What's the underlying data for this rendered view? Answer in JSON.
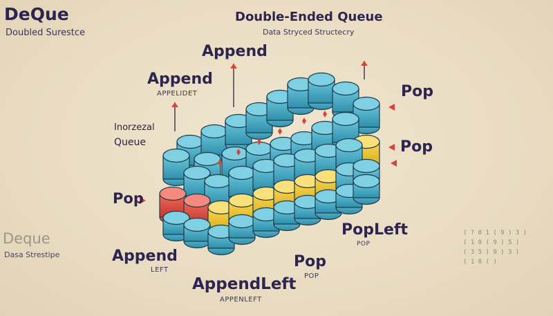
{
  "header_left": {
    "title": "DeQue",
    "subtitle": "Doubled Surestce"
  },
  "header_center": {
    "title": "Double-Ended Queue",
    "subtitle": "Data Stryced Structecry"
  },
  "labels": {
    "append_top": "Append",
    "append_mid": "Append",
    "append_mid_sub": "APPELIDET",
    "inorzeral": "Inorzezal",
    "queue": "Queue",
    "pop_left_mid": "Pop",
    "pop_right_top": "Pop",
    "pop_right_mid": "Pop",
    "popleft": "PopLeft",
    "popleft_sub": "POP",
    "append_bottom": "Append",
    "append_bottom_sub": "LEFT",
    "pop_bottom": "Pop",
    "pop_bottom_sub": "POP",
    "appendleft": "AppendLeft",
    "appendleft_sub": "APPENLEFT"
  },
  "bottom_left": {
    "title": "Deque",
    "subtitle": "Dasa Strestipe"
  },
  "side_notes": [
    "( ? 0 1 ( 9 ) 3 )",
    "( 1 0 ( 9 ) 5 )",
    "( 3 5 ) 9 ) 3 )",
    "( 1 0 ( )"
  ],
  "colors": {
    "teal": "#3ea9c4",
    "red": "#e04a3c",
    "yellow": "#f0c531",
    "text": "#2d2550",
    "arrow": "#d6453c"
  }
}
